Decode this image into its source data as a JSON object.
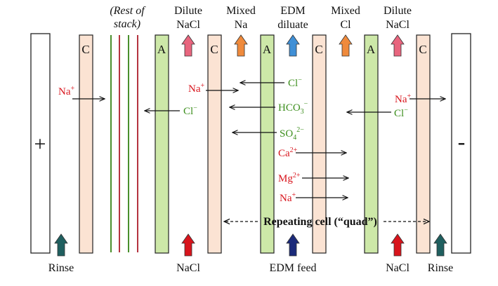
{
  "electrodes": {
    "anode_symbol": "+",
    "cathode_symbol": "-"
  },
  "stack_note": [
    "(Rest of",
    "stack)"
  ],
  "membranes": {
    "cation": "C",
    "anion": "A"
  },
  "top_streams": [
    {
      "lines": [
        "Dilute",
        "NaCl"
      ],
      "arrow_color": "#e8657e"
    },
    {
      "lines": [
        "Mixed",
        "Na"
      ],
      "arrow_color": "#ef8a3c"
    },
    {
      "lines": [
        "EDM",
        "diluate"
      ],
      "arrow_color": "#3f8fd6"
    },
    {
      "lines": [
        "Mixed",
        "Cl"
      ],
      "arrow_color": "#ef8a3c"
    },
    {
      "lines": [
        "Dilute",
        "NaCl"
      ],
      "arrow_color": "#e8657e"
    }
  ],
  "bottom_streams": [
    {
      "label": "Rinse",
      "arrow_color": "#1f5f5f"
    },
    {
      "label": "NaCl",
      "arrow_color": "#d8141c"
    },
    {
      "label": "EDM feed",
      "arrow_color": "#1b2a7a"
    },
    {
      "label": "NaCl",
      "arrow_color": "#d8141c"
    },
    {
      "label": "Rinse",
      "arrow_color": "#1f5f5f"
    }
  ],
  "ions": {
    "left_na": {
      "base": "Na",
      "charge": "+"
    },
    "left_cl": {
      "base": "Cl",
      "charge": "−"
    },
    "mid_na": {
      "base": "Na",
      "charge": "+"
    },
    "cl": {
      "base": "Cl",
      "charge": "−"
    },
    "hco3": {
      "base": "HCO",
      "sub": "3",
      "charge": "−"
    },
    "so4": {
      "base": "SO",
      "sub": "4",
      "charge": "2−"
    },
    "ca": {
      "base": "Ca",
      "charge": "2+"
    },
    "mg": {
      "base": "Mg",
      "charge": "2+"
    },
    "na2": {
      "base": "Na",
      "charge": "+"
    },
    "right_na": {
      "base": "Na",
      "charge": "+"
    },
    "right_cl": {
      "base": "Cl",
      "charge": "−"
    }
  },
  "repeating_cell": "Repeating cell (“quad”)",
  "colors": {
    "cation_fill": "#fbe3d3",
    "anion_fill": "#cde8a8",
    "cation_ion": "#d8141c",
    "anion_ion": "#3d8f1e",
    "green_line": "#4a8f2c",
    "red_line": "#b5333f"
  }
}
